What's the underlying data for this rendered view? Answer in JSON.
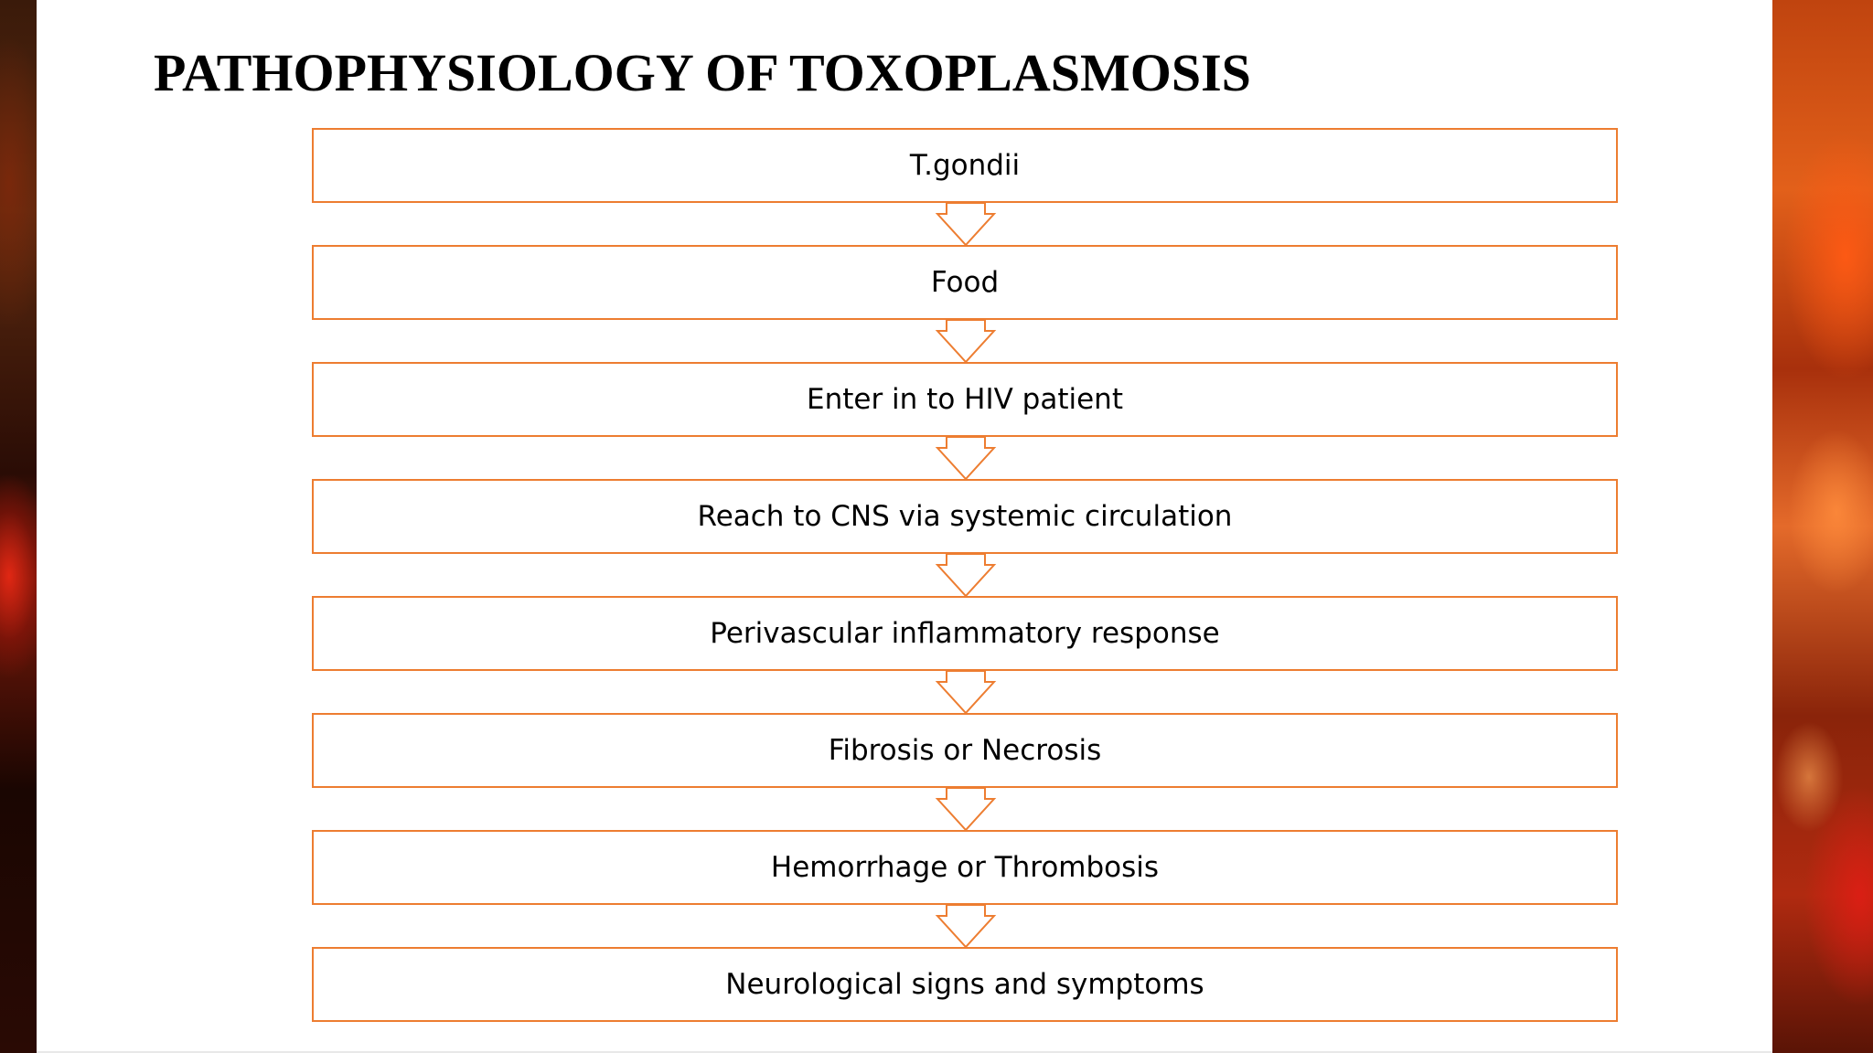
{
  "slide": {
    "title": "PATHOPHYSIOLOGY OF TOXOPLASMOSIS"
  },
  "flowchart": {
    "steps": [
      {
        "label": "T.gondii"
      },
      {
        "label": "Food"
      },
      {
        "label": "Enter in to HIV patient"
      },
      {
        "label": "Reach to CNS via systemic circulation"
      },
      {
        "label": "Perivascular inflammatory response"
      },
      {
        "label": "Fibrosis or Necrosis"
      },
      {
        "label": "Hemorrhage or Thrombosis"
      },
      {
        "label": "Neurological signs and symptoms"
      }
    ]
  },
  "colors": {
    "box_border": "#ed7d31",
    "arrow_outline": "#ed7d31",
    "text": "#000000",
    "slide_background": "#ffffff"
  },
  "icons": {
    "connector": "down-arrow-icon"
  }
}
